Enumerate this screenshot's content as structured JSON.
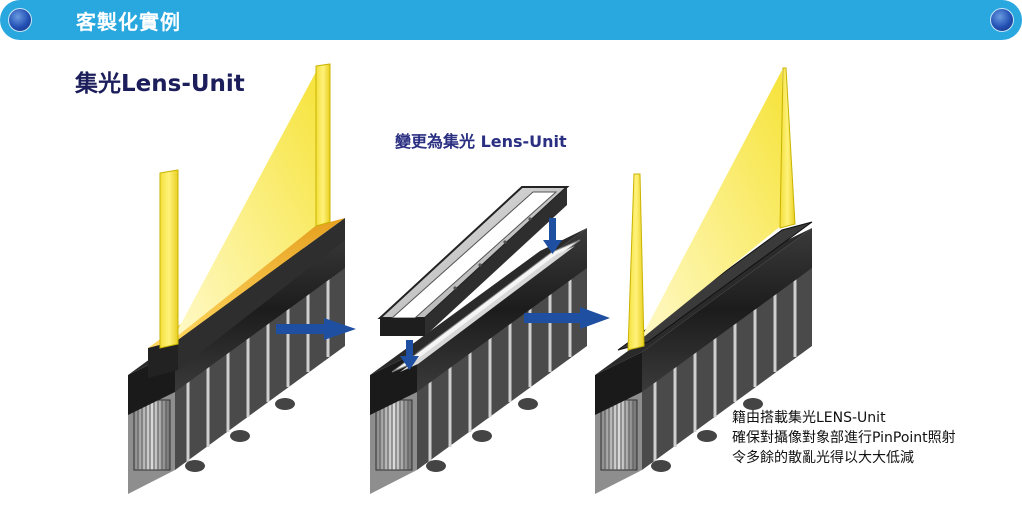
{
  "header": {
    "title": "客製化實例"
  },
  "section": {
    "title": "集光Lens-Unit"
  },
  "caption": {
    "change_label": "變更為集光 Lens-Unit"
  },
  "description": {
    "lines": [
      "籍由搭載集光LENS-Unit",
      "確保對攝像對象部進行PinPoint照射",
      "令多餘的散亂光得以大大低減"
    ]
  },
  "colors": {
    "header": "#29a7df",
    "arrow": "#1f4fa0",
    "light": "#f8e547",
    "title": "#1c1e5c"
  }
}
